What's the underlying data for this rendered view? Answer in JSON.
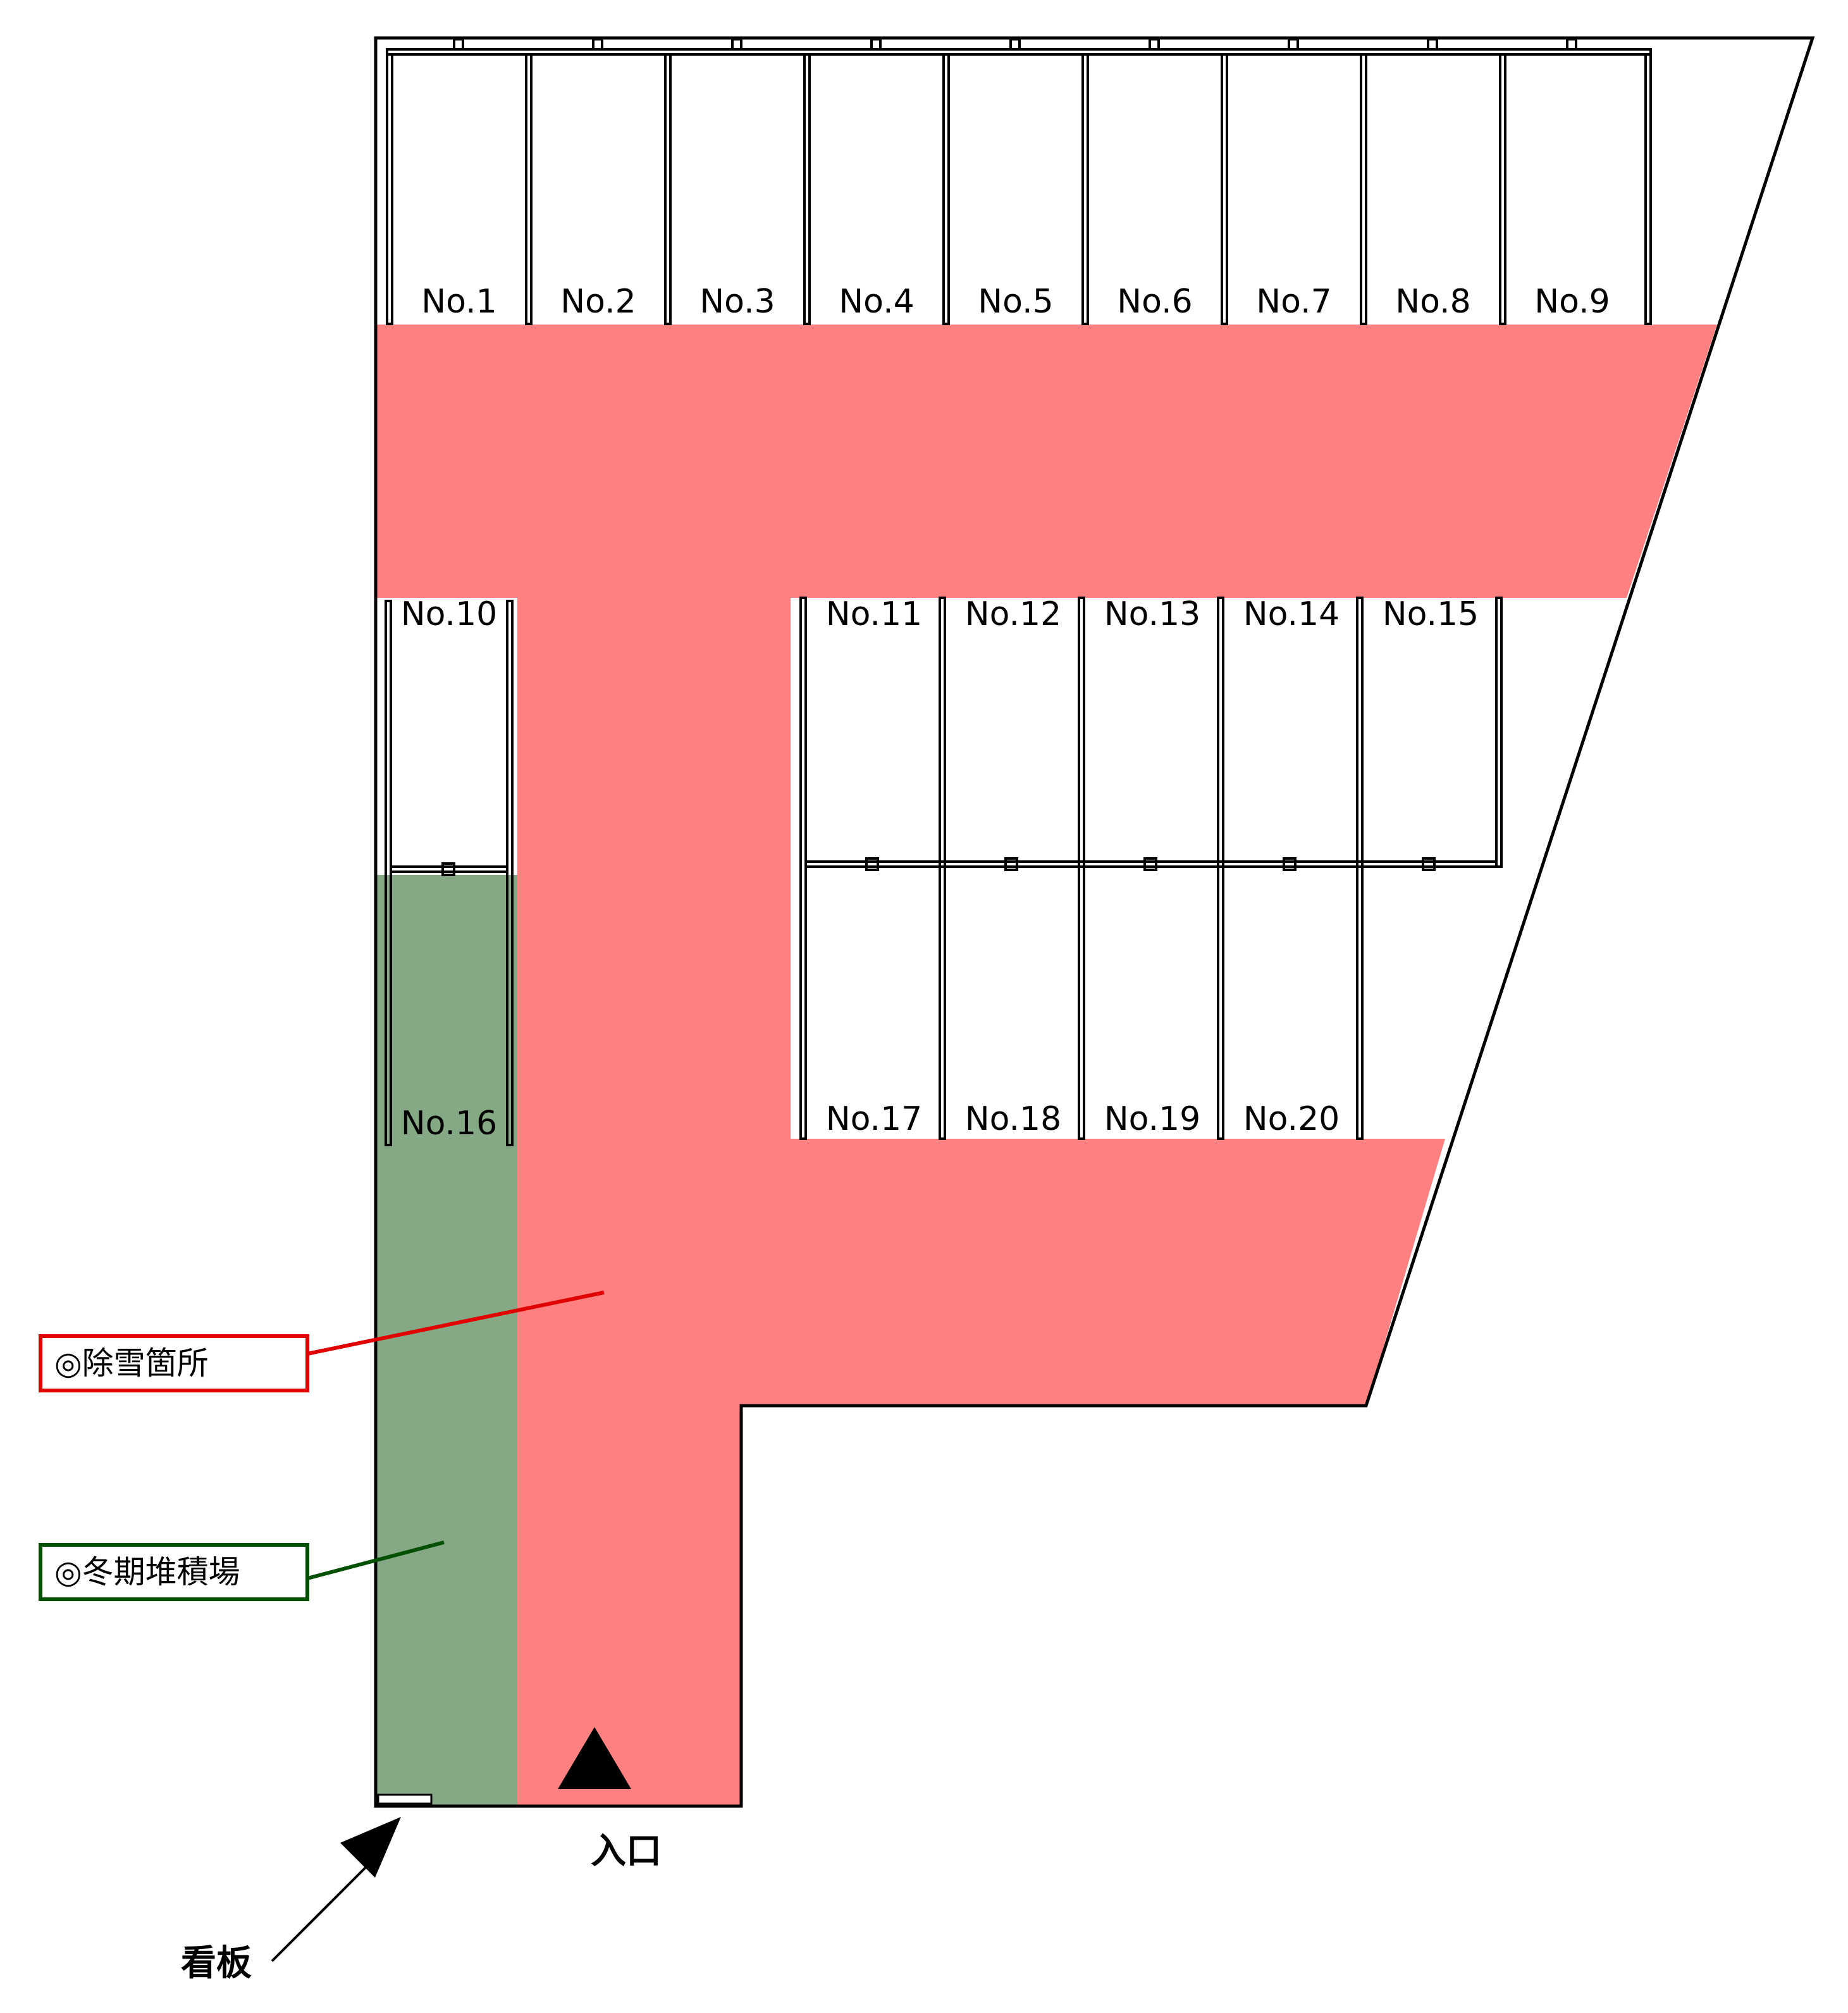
{
  "colors": {
    "snow_removal_fill": "#ff8080",
    "winter_storage_fill": "#84a984",
    "snow_removal_legend": "#e00000",
    "winter_storage_legend": "#005000",
    "outline": "#000000"
  },
  "slots": {
    "top_row": [
      "No.1",
      "No.2",
      "No.3",
      "No.4",
      "No.5",
      "No.6",
      "No.7",
      "No.8",
      "No.9"
    ],
    "left_column": [
      "No.10",
      "No.16"
    ],
    "middle_row": [
      "No.11",
      "No.12",
      "No.13",
      "No.14",
      "No.15"
    ],
    "lower_row": [
      "No.17",
      "No.18",
      "No.19",
      "No.20"
    ]
  },
  "legend": {
    "snow_removal": "◎除雪箇所",
    "winter_storage": "◎冬期堆積場"
  },
  "labels": {
    "entrance": "入口",
    "signboard": "看板"
  }
}
